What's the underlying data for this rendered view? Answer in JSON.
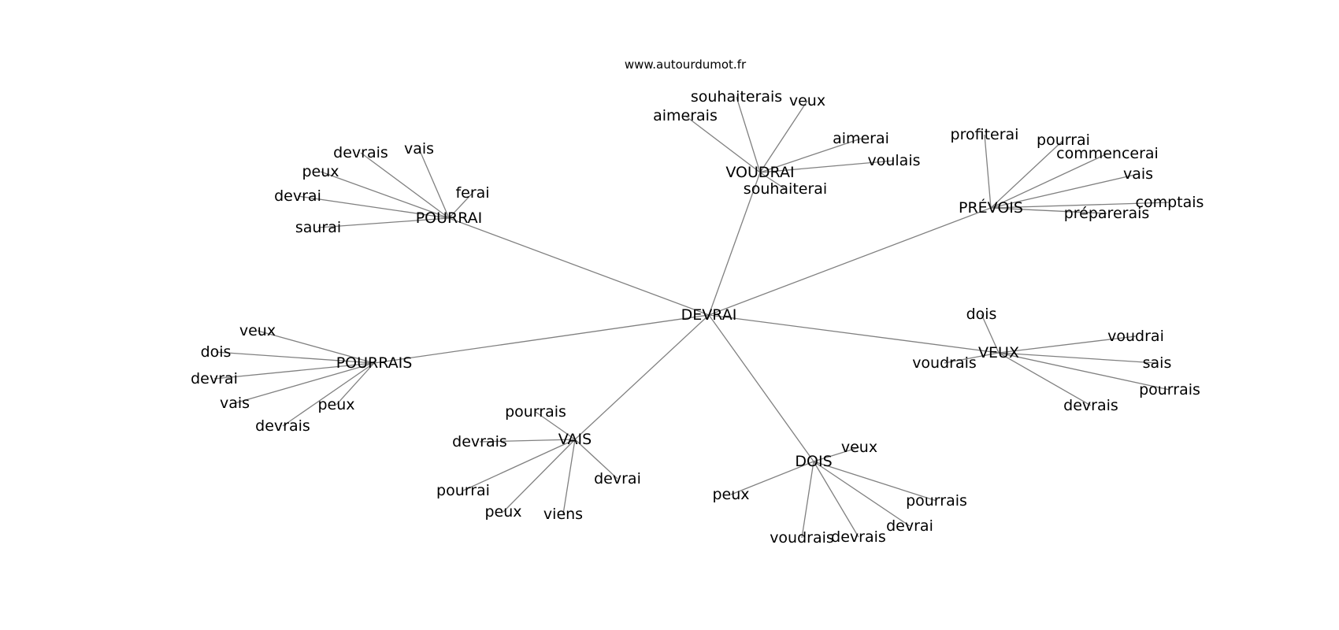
{
  "source": "www.autourdumot.fr",
  "center": "DEVRAI",
  "clusters": [
    {
      "hub": "POURRAI",
      "leaves": [
        "devrais",
        "vais",
        "peux",
        "ferai",
        "devrai",
        "saurai"
      ]
    },
    {
      "hub": "VOUDRAI",
      "leaves": [
        "souhaiterais",
        "veux",
        "aimerais",
        "aimerai",
        "voulais",
        "souhaiterai"
      ]
    },
    {
      "hub": "PRÉVOIS",
      "leaves": [
        "profiterai",
        "pourrai",
        "commencerai",
        "vais",
        "comptais",
        "préparerais"
      ]
    },
    {
      "hub": "POURRAIS",
      "leaves": [
        "veux",
        "dois",
        "devrai",
        "vais",
        "peux",
        "devrais"
      ]
    },
    {
      "hub": "VEUX",
      "leaves": [
        "dois",
        "voudrai",
        "voudrais",
        "sais",
        "pourrais",
        "devrais"
      ]
    },
    {
      "hub": "VAIS",
      "leaves": [
        "pourrais",
        "devrais",
        "devrai",
        "pourrai",
        "peux",
        "viens"
      ]
    },
    {
      "hub": "DOIS",
      "leaves": [
        "veux",
        "peux",
        "pourrais",
        "devrai",
        "voudrais",
        "devrais"
      ]
    }
  ]
}
